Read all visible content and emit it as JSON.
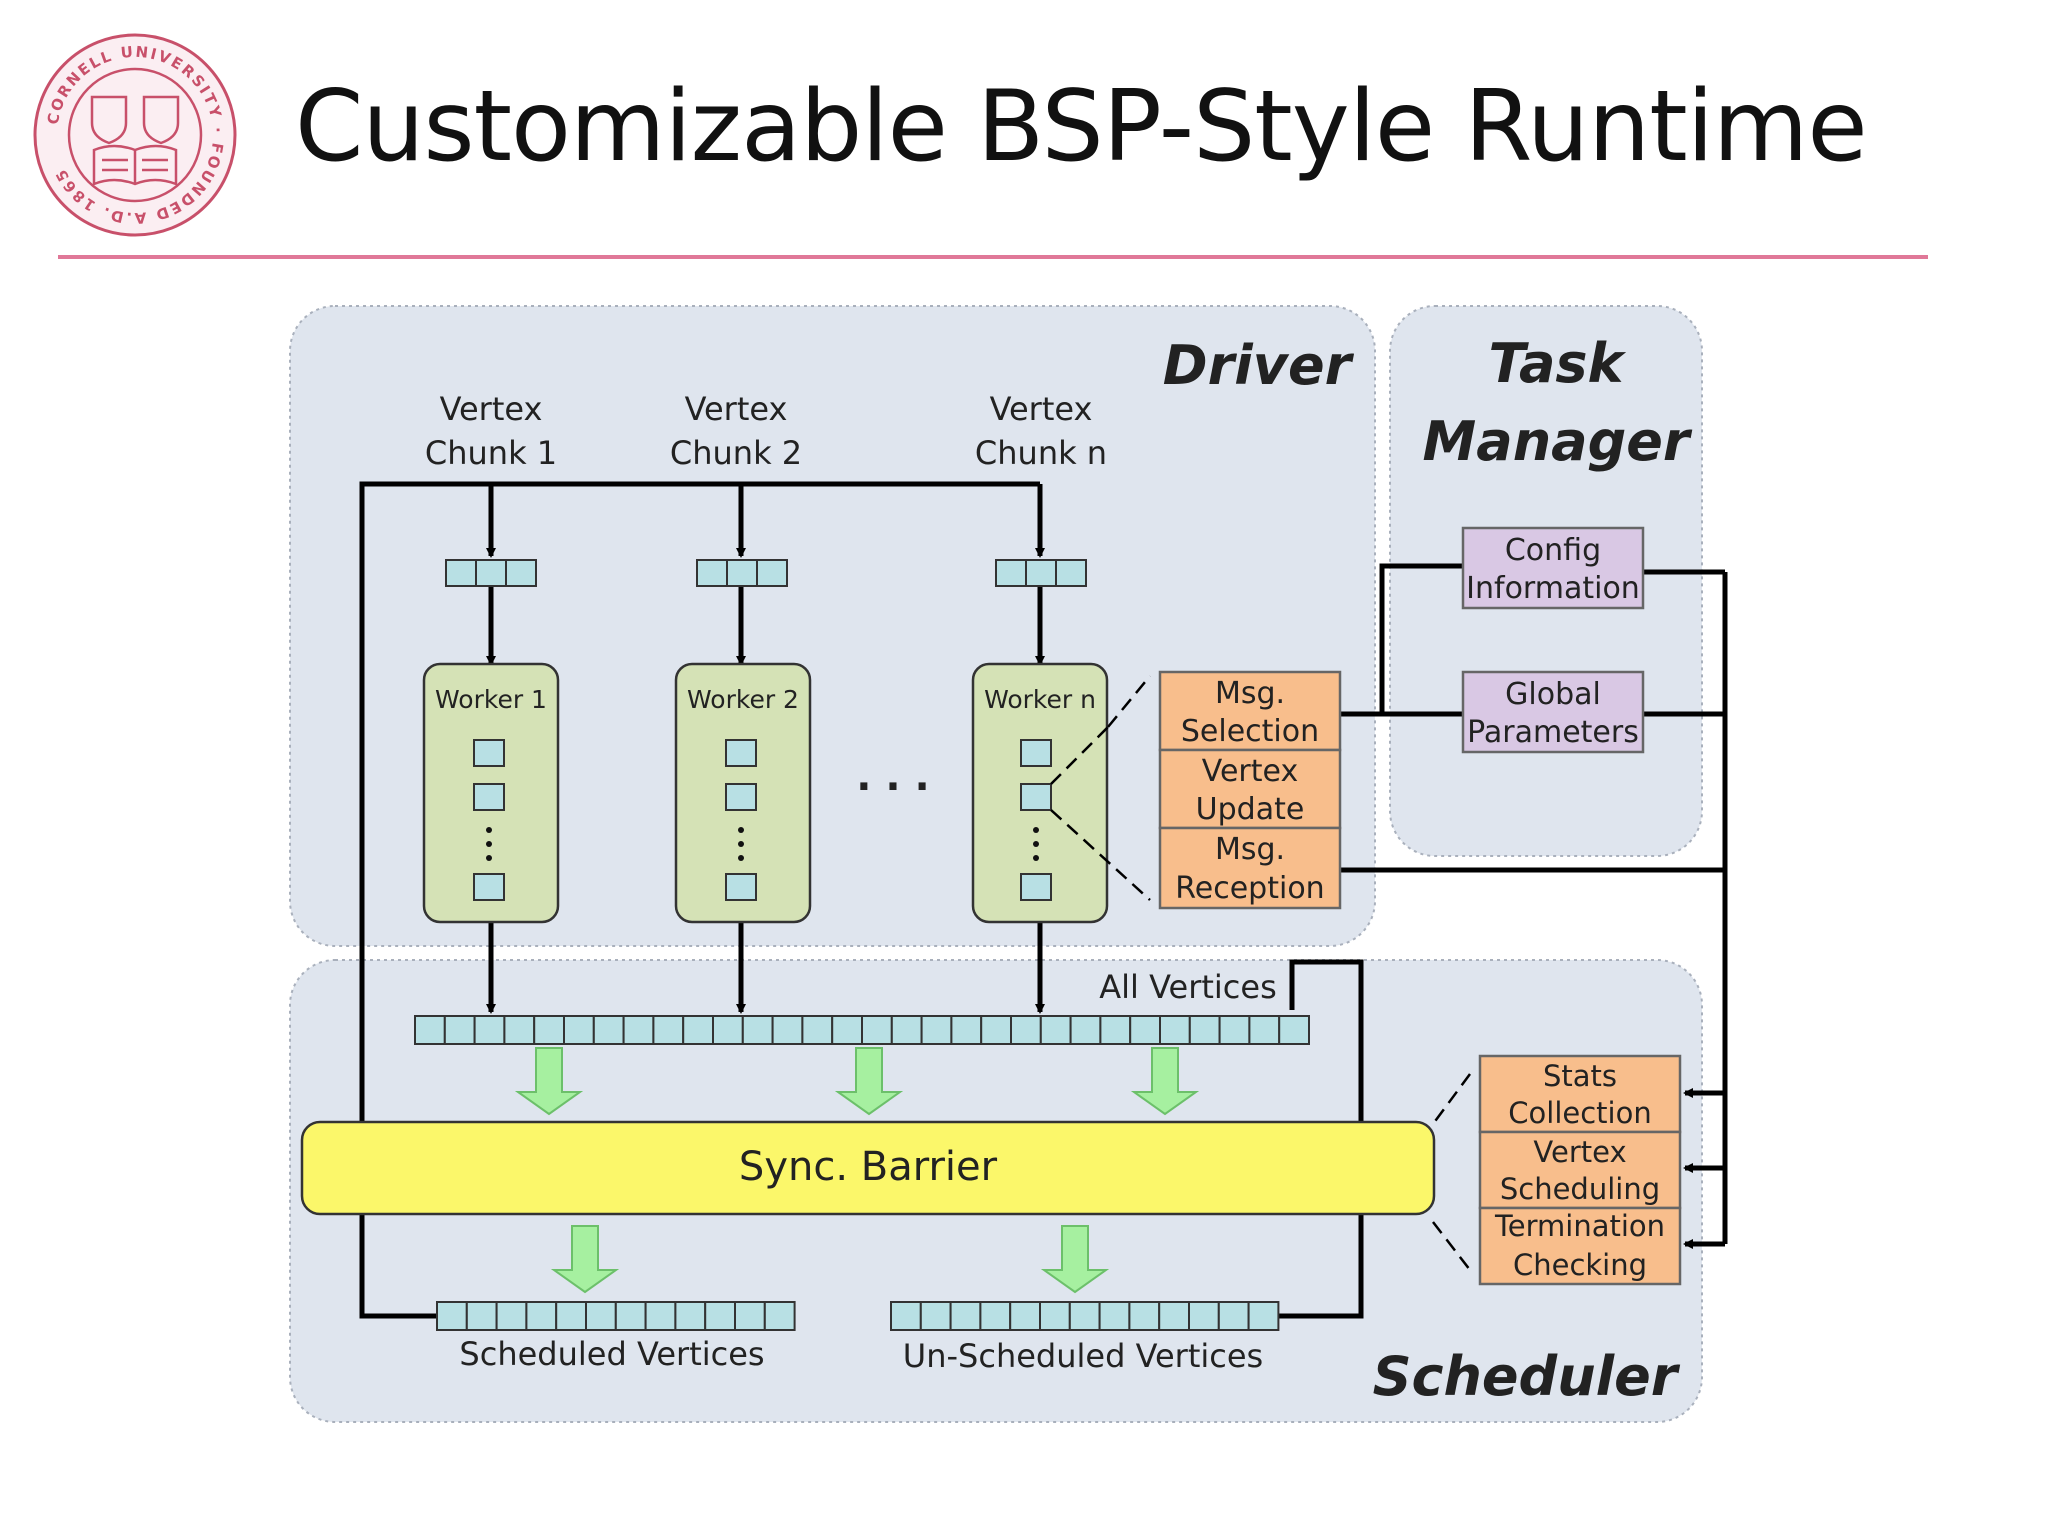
{
  "slide": {
    "title": "Customizable BSP-Style Runtime",
    "logo": {
      "icon": "cornell-university-seal",
      "text": "CORNELL UNIVERSITY · FOUNDED A.D. 1865"
    }
  },
  "diagram": {
    "regions": {
      "driver": "Driver",
      "task_manager_line1": "Task",
      "task_manager_line2": "Manager",
      "scheduler": "Scheduler"
    },
    "chunks": [
      {
        "line1": "Vertex",
        "line2": "Chunk 1"
      },
      {
        "line1": "Vertex",
        "line2": "Chunk 2"
      },
      {
        "line1": "Vertex",
        "line2": "Chunk n"
      }
    ],
    "workers": [
      "Worker 1",
      "Worker 2",
      "Worker n"
    ],
    "ellipsis": ". . .",
    "worker_functions": [
      {
        "line1": "Msg.",
        "line2": "Selection"
      },
      {
        "line1": "Vertex",
        "line2": "Update"
      },
      {
        "line1": "Msg.",
        "line2": "Reception"
      }
    ],
    "task_manager_items": [
      {
        "line1": "Config",
        "line2": "Information"
      },
      {
        "line1": "Global",
        "line2": "Parameters"
      }
    ],
    "all_vertices": "All Vertices",
    "sync_barrier": "Sync. Barrier",
    "scheduled_vertices": "Scheduled Vertices",
    "unscheduled_vertices": "Un-Scheduled Vertices",
    "scheduler_functions": [
      {
        "line1": "Stats",
        "line2": "Collection"
      },
      {
        "line1": "Vertex",
        "line2": "Scheduling"
      },
      {
        "line1": "Termination",
        "line2": "Checking"
      }
    ],
    "colors": {
      "region_fill": "#dfe5ee",
      "queue_cell": "#b8e0e4",
      "worker_fill": "#d5e2b6",
      "function_box": "#f8be8c",
      "task_item": "#d9c8e4",
      "sync_barrier": "#fbf76a",
      "green_arrow": "#a6f0a0",
      "title_rule": "#e07898"
    }
  }
}
